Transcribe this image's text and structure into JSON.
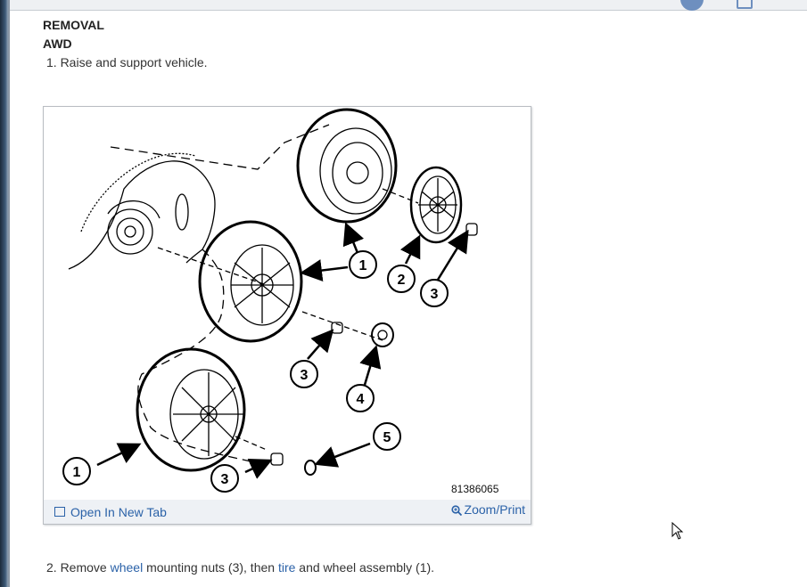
{
  "heading": {
    "section": "REMOVAL",
    "subsection": "AWD"
  },
  "steps": [
    {
      "text": "1. Raise and support vehicle."
    },
    {
      "prefix": "2. Remove ",
      "link1": "wheel",
      "middle": " mounting nuts (3), then ",
      "link2": "tire",
      "suffix": " and wheel assembly (1)."
    }
  ],
  "figure": {
    "number": "81386065",
    "callouts": [
      "1",
      "2",
      "3",
      "3",
      "4",
      "1",
      "3",
      "5"
    ],
    "open_label": "Open In New Tab",
    "zoom_label": "Zoom/Print"
  },
  "colors": {
    "link": "#2b62a8",
    "footer_bg": "#eef1f5"
  }
}
